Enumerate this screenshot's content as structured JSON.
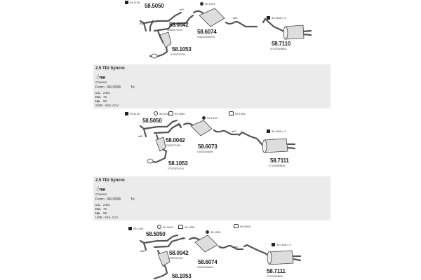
{
  "sections": [
    {
      "accessories": [
        {
          "icon": "bolt-box-icon",
          "code": "99.1150"
        },
        {
          "icon": "rubber-mount-icon",
          "code": "99.1239"
        },
        {
          "icon": "clamp-box-icon",
          "code": "99.1166 x 3"
        }
      ],
      "diameters": [
        "ø55",
        "ø52",
        "ø60"
      ],
      "parts": [
        {
          "number": "58.5050",
          "oe": ""
        },
        {
          "number": "58.0042",
          "oe": "02825070102"
        },
        {
          "number": "58.6074",
          "oe": "028253408LHS"
        },
        {
          "number": "58.1053",
          "oe": "07428200TAL"
        },
        {
          "number": "58.7110",
          "oe": "07425360BBG"
        }
      ]
    },
    {
      "band": {
        "title": "2.5 TDi Syncro",
        "chassis_label": "Chassis",
        "from_label": "From",
        "from_value": "05/1998",
        "to_label": "To",
        "specs": [
          {
            "label": "c.c.",
            "value": "2461"
          },
          {
            "label": "Kw.",
            "value": "75"
          },
          {
            "label": "Hp.",
            "value": "90"
          }
        ],
        "engine": "SWB - Mot. ACV"
      },
      "accessories": [
        {
          "icon": "bolt-box-icon",
          "code": "99.1150"
        },
        {
          "icon": "ring-icon",
          "code": "99.4015"
        },
        {
          "icon": "clamp-icon",
          "code": "99.1080"
        },
        {
          "icon": "rubber-mount-icon",
          "code": "99.1239"
        },
        {
          "icon": "clamp-icon",
          "code": "99.1004"
        },
        {
          "icon": "clamp-box-icon",
          "code": "99.1166 x 3"
        }
      ],
      "diameters": [
        "ø55",
        "ø55",
        "ø60"
      ],
      "parts": [
        {
          "number": "58.5050",
          "oe": ""
        },
        {
          "number": "58.0042",
          "oe": "028253701BX"
        },
        {
          "number": "58.6073",
          "oe": "028253408AH"
        },
        {
          "number": "58.1053",
          "oe": "07423530141L"
        },
        {
          "number": "58.7111",
          "oe": "07425360BBH"
        }
      ]
    },
    {
      "band": {
        "title": "2.5 TDi Syncro",
        "chassis_label": "Chassis",
        "from_label": "From",
        "from_value": "05/1998",
        "to_label": "To",
        "specs": [
          {
            "label": "c.c.",
            "value": "2461"
          },
          {
            "label": "Kw.",
            "value": "75"
          },
          {
            "label": "Hp.",
            "value": "98"
          }
        ],
        "engine": "LWB - Mot. ACV"
      },
      "accessories": [
        {
          "icon": "bolt-box-icon",
          "code": "99.1150"
        },
        {
          "icon": "ring-icon",
          "code": "99.4015"
        },
        {
          "icon": "clamp-icon",
          "code": "99.1080"
        },
        {
          "icon": "rubber-mount-icon",
          "code": "99.1239"
        },
        {
          "icon": "clamp-icon",
          "code": "99.995A"
        },
        {
          "icon": "clamp-box-icon",
          "code": "99.1166 x 3"
        }
      ],
      "diameters": [
        "ø55",
        "ø55",
        "ø60"
      ],
      "parts": [
        {
          "number": "58.5050",
          "oe": ""
        },
        {
          "number": "58.0042",
          "oe": "028253701D"
        },
        {
          "number": "58.6074",
          "oe": "028253408AG"
        },
        {
          "number": "58.1053",
          "oe": ""
        },
        {
          "number": "58.7111",
          "oe": "07425360BBH"
        }
      ]
    }
  ],
  "colors": {
    "band": "#ebebeb",
    "ink": "#222222",
    "line": "#555555",
    "fill": "#dddddd"
  }
}
